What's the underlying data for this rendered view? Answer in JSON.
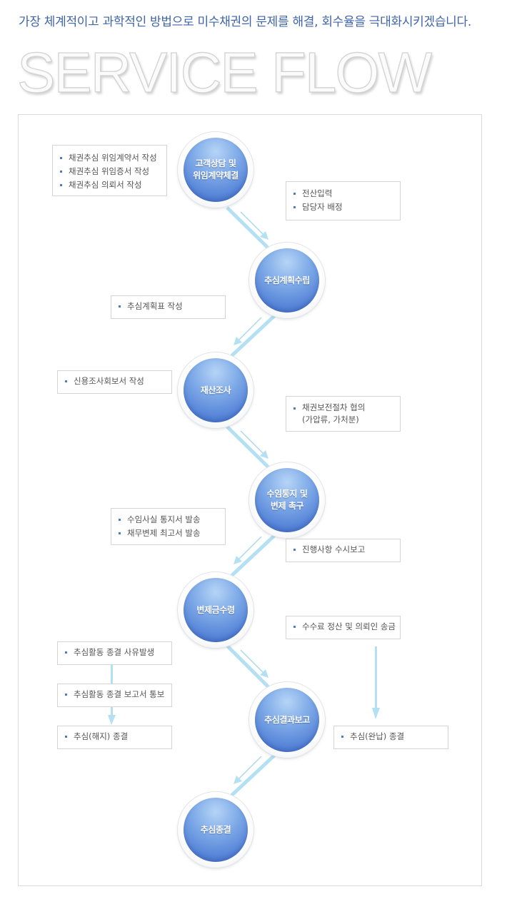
{
  "intro": "가장 체계적이고 과학적인 방법으로 미수채권의 문제를 해결, 회수율을 극대화시키겠습니다.",
  "title": "SERVICE FLOW",
  "colors": {
    "intro_text": "#3f64a8",
    "connector": "#b4e0f3",
    "circle_core": "#5380d6"
  },
  "steps": [
    {
      "label": "고객상담 및\n위임계약체결"
    },
    {
      "label": "추심계획수립"
    },
    {
      "label": "재산조사"
    },
    {
      "label": "수임통지 및\n변제 촉구"
    },
    {
      "label": "변제금수령"
    },
    {
      "label": "추심결과보고"
    },
    {
      "label": "추심종결"
    }
  ],
  "notes": {
    "contract": [
      "채권추심 위임계약서 작성",
      "채권추심 위임증서 작성",
      "채권추심 의뢰서 작성"
    ],
    "assign": [
      "전산입력",
      "담당자 배정"
    ],
    "plan": [
      "추심계획표 작성"
    ],
    "credit": [
      "신용조사회보서 작성"
    ],
    "preserve": {
      "line1": "채권보전절차 협의",
      "line2": "(가압류, 가처분)"
    },
    "notice": [
      "수임사실 통지서 발송",
      "채무변제 최고서 발송"
    ],
    "progress": [
      "진행사항 수시보고"
    ],
    "fee": [
      "수수료 정산 및 의뢰인 송금"
    ],
    "end_reason": [
      "추심활동 종결 사유발생"
    ],
    "end_report": [
      "추심활동 종결 보고서 통보"
    ],
    "end_cancel": [
      "추심(해지) 종결"
    ],
    "end_complete": [
      "추심(완납) 종결"
    ]
  }
}
